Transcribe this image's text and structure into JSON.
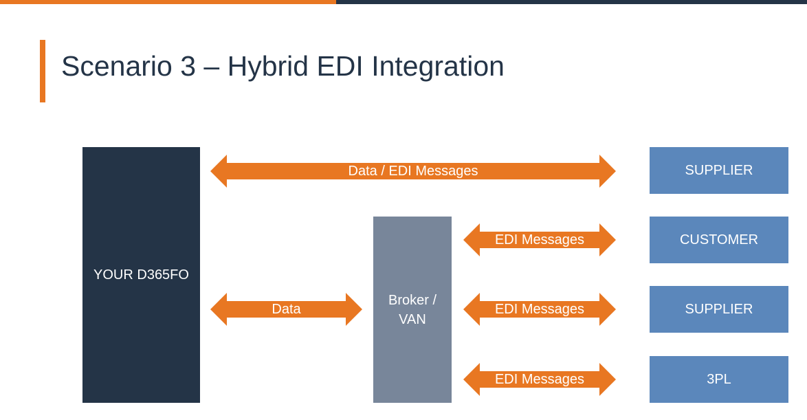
{
  "header": {
    "title": "Scenario 3 – Hybrid EDI Integration",
    "accent_color": "#E87722",
    "dark_color": "#243447"
  },
  "diagram": {
    "d365_label": "YOUR D365FO",
    "broker_label_line1": "Broker /",
    "broker_label_line2": "VAN",
    "partners": [
      "SUPPLIER",
      "CUSTOMER",
      "SUPPLIER",
      "3PL"
    ],
    "arrows": {
      "direct": "Data / EDI Messages",
      "to_broker": "Data",
      "broker_1": "EDI Messages",
      "broker_2": "EDI Messages",
      "broker_3": "EDI Messages"
    },
    "colors": {
      "arrow": "#E87722",
      "d365_block": "#243447",
      "broker_block": "#78869A",
      "partner_block": "#5B87BB"
    }
  }
}
